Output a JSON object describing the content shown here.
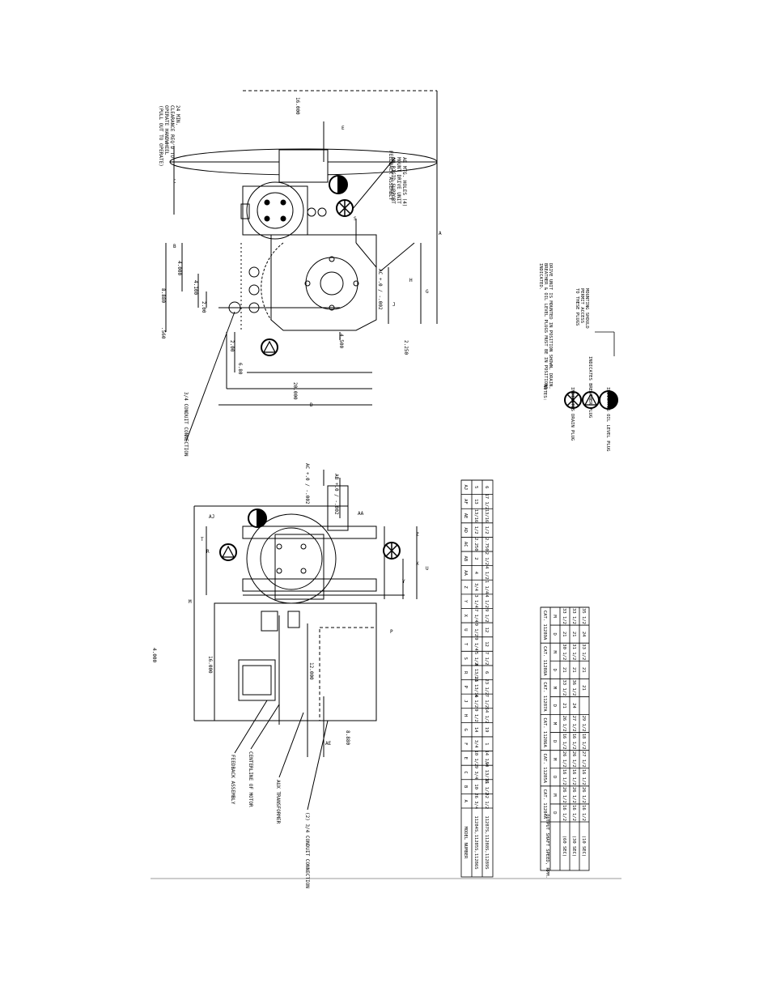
{
  "drawing": {
    "clearance_note": [
      "24 MIN.",
      "CLEARANCE REQ'D TO",
      "OPERATE HANDWHEEL",
      "(PULL OUT TO OPERATE)"
    ],
    "dim_16000": "16.000",
    "dim_8880_top": "8.880",
    "dim_4000_top": "4.000",
    "dim_4100": "4.100",
    "dim_2000": "2.00",
    "dim_560": ".560",
    "dim_200": "2.00",
    "dim_680": "6.80",
    "dim_20000": "20.000",
    "dim_4500": "4.500",
    "dim_2250": "2.250",
    "dim_4000_left": "4.000",
    "dim_16000_left": "16.000",
    "dim_12000": "12.000",
    "dim_8880_left": "8.880",
    "ac_tol": "AC +.0 / -.002",
    "ab_tol": "AB +.0 / -.002",
    "top_letters": [
      "B",
      "C",
      "E",
      "S",
      "H",
      "J",
      "G",
      "A",
      "D"
    ],
    "left_letters": [
      "M",
      "R",
      "T",
      "AJ",
      "AA",
      "Z",
      "X",
      "Y",
      "U",
      "P",
      "AE"
    ],
    "callouts": {
      "feedback_top": "FEEDBACK ASSEMBLY",
      "ae_holes": [
        "AE MTG. HOLES (4)",
        "MOUNT DRIVE UNIT",
        "ON RIGID SUPPORT"
      ],
      "conduit_top": "3/4 CONDUIT CONNECTION",
      "feedback_left": "FEEDBACK ASSEMBLY",
      "centerline_motor": "CENTERLINE OF MOTOR",
      "aux_transformer": "AUX TRANSFORMER",
      "conduit_left": "(2) 3/4 CONDUIT CONNECTION"
    },
    "notes": {
      "heading": "NOTES:",
      "lines": [
        "DRIVE UNIT IS MOUNTED IN POSITION SHOWN, DRAIN,",
        "BREATHER & OIL LEVEL PLUGS MUST BE IN POSITIONS",
        "INDICATED."
      ],
      "legend": [
        "INDICATES DRAIN PLUG",
        "INDICATES BREATHER PLUG",
        "INDICATES OIL LEVEL PLUG"
      ],
      "mounting": [
        "MOUNTING SHOULD",
        "PERMIT ACCESS",
        "TO THESE PLUGS"
      ]
    }
  },
  "dim_table": {
    "headers": [
      "MODEL NUMBER",
      "A",
      "B",
      "C",
      "E",
      "F",
      "G",
      "H",
      "J",
      "P",
      "R",
      "S",
      "T",
      "U",
      "X",
      "Y",
      "Z",
      "AA",
      "AB",
      "AC",
      "AD",
      "AE",
      "AF",
      "AJ"
    ],
    "rows": [
      [
        "11284S,11285S,11286S",
        "26 3/4",
        "10",
        "9 3/4",
        "10 1/2",
        "3/4",
        "14",
        "9 1/2",
        "4 1/2",
        "21 13/16",
        "4 13/16",
        "5 1/2",
        "9 1/4",
        "9 1/2",
        "7 1/4",
        "3 1/4",
        "3/4",
        "4",
        "2",
        "2.250",
        "1/2",
        "13/16",
        "13",
        "5"
      ],
      [
        "11287S,11288S,11289S",
        "32 1/2",
        "11 1/2",
        "10 13/16",
        "14 1/4",
        "1",
        "19",
        "14 1/2",
        "7 1/2",
        "23 1/2",
        "6",
        "7 1/2",
        "12",
        "12",
        "9 1/2",
        "4 1/2",
        "1 1/4",
        "4 1/2",
        "2 1/2",
        "2.750",
        "1/2",
        "13/16",
        "17 1/2",
        "6"
      ]
    ]
  },
  "speed_table": {
    "row_label": "OUTPUT SHAFT SPEED, RPM.",
    "cat_labels": [
      "CAT. 11284A",
      "CAT. 11285A",
      "CAT. 11286A",
      "CAT. 11287A",
      "CAT. 11288A",
      "CAT. 11289A"
    ],
    "sub_headers": [
      "D",
      "M"
    ],
    "rows": [
      {
        "speed": "(60 SEC)",
        "values": [
          "16 1/2",
          "26 1/2",
          "16 1/2",
          "26 1/2",
          "16 1/2",
          "26 1/2",
          "21",
          "33 1/2",
          "21",
          "30 1/2",
          "21",
          "33 1/2"
        ]
      },
      {
        "speed": "(30 SEC)",
        "values": [
          "16 1/2",
          "26 1/2",
          "16 1/2",
          "26 1/2",
          "16 1/2",
          "27 1/2",
          "24",
          "36 1/2",
          "21",
          "31 1/2",
          "21",
          "33 1/2"
        ]
      },
      {
        "speed": "(10 SEC)",
        "values": [
          "16 1/2",
          "26 1/2",
          "16 1/2",
          "27 1/2",
          "18 1/2",
          "29 1/2",
          "",
          "21",
          "21",
          "33 1/2",
          "24",
          "35 1/2"
        ]
      }
    ]
  }
}
